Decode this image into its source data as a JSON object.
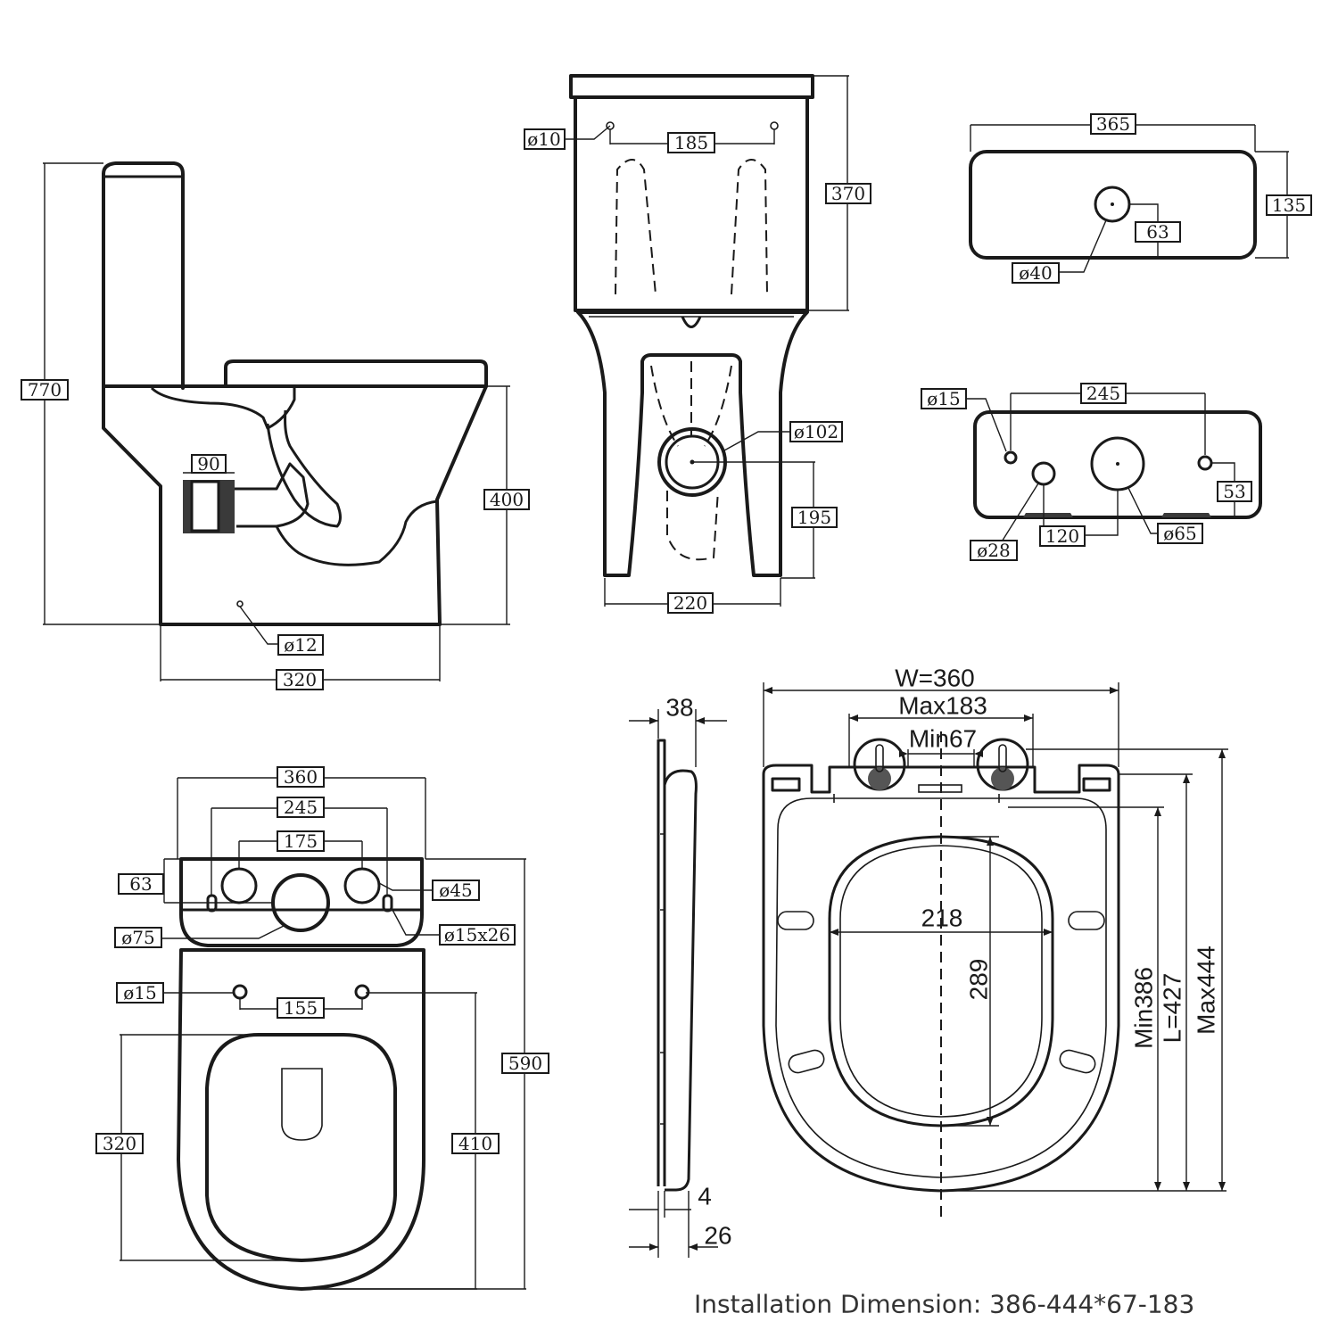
{
  "side_view": {
    "height_total": "770",
    "pan_height": "400",
    "outlet_height": "90",
    "fixing_hole": "ø12",
    "base_length": "320"
  },
  "front_view": {
    "hole_diameter": "ø10",
    "hole_spacing": "185",
    "cistern_height": "370",
    "outlet_diameter": "ø102",
    "outlet_height": "195",
    "base_width": "220"
  },
  "cistern_top": {
    "width": "365",
    "depth": "135",
    "button_offset": "63",
    "button_hole": "ø40"
  },
  "cistern_bottom": {
    "fix_hole": "ø15",
    "fix_spacing": "245",
    "inlet_hole": "ø28",
    "inlet_offset": "120",
    "flush_hole": "ø65",
    "edge_offset": "53"
  },
  "plan_view": {
    "overall_width": "360",
    "outer_hole_spacing": "245",
    "inner_hole_spacing": "175",
    "depth_offset": "63",
    "hole_large": "ø45",
    "slot": "ø15x26",
    "center_hole": "ø75",
    "seat_hole": "ø15",
    "seat_hole_spacing": "155",
    "seat_length": "320",
    "bowl_length": "410",
    "overall_length": "590"
  },
  "seat_profile": {
    "thickness": "38",
    "lid_gap": "4",
    "base_thickness": "26"
  },
  "seat_plan": {
    "width": "W=360",
    "max_hinge": "Max183",
    "min_hinge": "Min67",
    "opening_width": "218",
    "opening_length": "289",
    "min_length": "Min386",
    "length": "L=427",
    "max_length": "Max444"
  },
  "caption": "Installation Dimension: 386-444*67-183"
}
